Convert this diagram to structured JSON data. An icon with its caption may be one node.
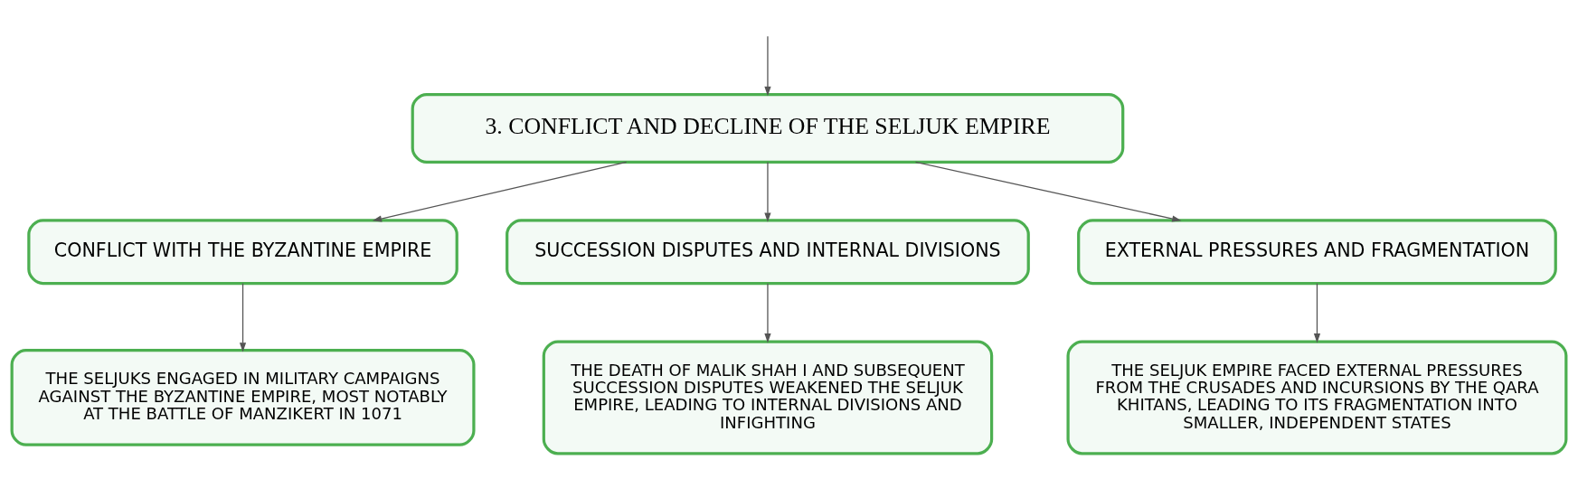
{
  "diagram": {
    "nodes": [
      {
        "text": [
          "3. CONFLICT AND DECLINE OF THE SELJUK EMPIRE"
        ]
      },
      {
        "text": [
          "CONFLICT WITH THE BYZANTINE EMPIRE"
        ]
      },
      {
        "text": [
          "SUCCESSION DISPUTES AND INTERNAL DIVISIONS"
        ]
      },
      {
        "text": [
          "EXTERNAL PRESSURES AND FRAGMENTATION"
        ]
      },
      {
        "text": [
          "THE SELJUKS ENGAGED IN MILITARY CAMPAIGNS AGAINST THE BYZANTINE EMPIRE, MOST NOTABLY AT THE BATTLE OF MANZIKERT IN 1071"
        ]
      },
      {
        "text": [
          "THE DEATH OF MALIK SHAH I AND SUBSEQUENT SUCCESSION DISPUTES WEAKENED THE SELJUK EMPIRE, LEADING TO INTERNAL DIVISIONS AND INFIGHTING"
        ]
      },
      {
        "text": [
          "THE SELJUK EMPIRE FACED EXTERNAL PRESSURES FROM THE CRUSADES AND INCURSIONS BY THE QARA KHITANS, LEADING TO ITS FRAGMENTATION INTO SMALLER, INDEPENDENT STATES"
        ]
      }
    ],
    "edges": [
      {
        "from": null,
        "to": 0,
        "arrow": "to"
      },
      {
        "from": 0,
        "to": 1,
        "arrow": "to"
      },
      {
        "from": 0,
        "to": 2,
        "arrow": "to"
      },
      {
        "from": 0,
        "to": 3,
        "arrow": "to"
      },
      {
        "from": 1,
        "to": 4,
        "arrow": "to"
      },
      {
        "from": 2,
        "to": 5,
        "arrow": "to"
      },
      {
        "from": 3,
        "to": 6,
        "arrow": "to"
      }
    ]
  }
}
